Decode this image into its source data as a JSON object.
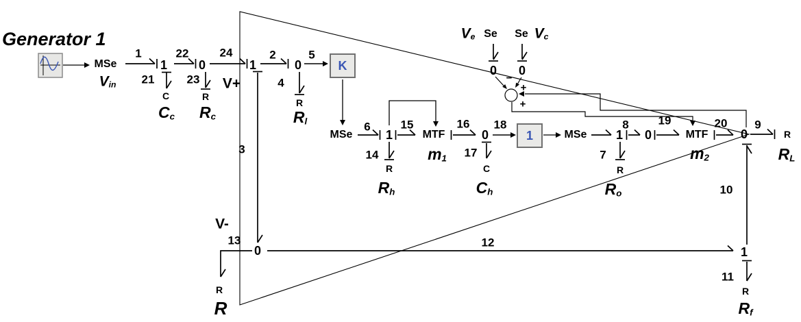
{
  "title": "Generator 1",
  "colors": {
    "accent_blue": "#3a56b4",
    "block_fill": "#e9e9e7",
    "block_border": "#707070",
    "line": "#000000",
    "background": "#ffffff"
  },
  "blocks": {
    "k_gain": "K",
    "unity_gain": "1"
  },
  "sources": {
    "generator_mse": "MSe",
    "hysteresis_mse": "MSe",
    "output_mse": "MSe",
    "se_left": "Se",
    "se_right": "Se"
  },
  "transformers": {
    "mtf1": "MTF",
    "mtf2": "MTF"
  },
  "junctions": {
    "one_vin": "1",
    "zero_cc": "0",
    "one_vplus": "1",
    "zero_ri": "0",
    "one_h": "1",
    "zero_ch": "0",
    "one_out": "1",
    "zero_out2": "0",
    "zero_load": "0",
    "zero_vminus": "0",
    "one_fb": "1",
    "zero_ve": "0",
    "zero_vc": "0"
  },
  "elements": {
    "c_comp": "C",
    "r_comp": "R",
    "r_input": "R",
    "r_hyst": "R",
    "c_hyst": "C",
    "r_out": "R",
    "r_load": "R",
    "r_fb": "R",
    "r_gnd": "R"
  },
  "parameters": {
    "vin": {
      "base": "V",
      "sub": "in"
    },
    "cc": {
      "base": "C",
      "sub": "c"
    },
    "rc": {
      "base": "R",
      "sub": "c"
    },
    "rl": {
      "base": "R",
      "sub": "l"
    },
    "rh": {
      "base": "R",
      "sub": "h"
    },
    "ch": {
      "base": "C",
      "sub": "h"
    },
    "ro": {
      "base": "R",
      "sub": "o"
    },
    "rload": {
      "base": "R",
      "sub": "L"
    },
    "rf": {
      "base": "R",
      "sub": "f"
    },
    "rgnd": {
      "base": "R",
      "sub": ""
    },
    "m1": {
      "base": "m",
      "sub": "1"
    },
    "m2": {
      "base": "m",
      "sub": "2"
    },
    "ve": {
      "base": "V",
      "sub": "e"
    },
    "vc": {
      "base": "V",
      "sub": "c"
    }
  },
  "node_labels": {
    "vplus": "V+",
    "vminus": "V-"
  },
  "summing": {
    "minus": "−",
    "plus_top": "+",
    "plus_bottom": "+"
  },
  "bond_numbers": {
    "n1": "1",
    "n2": "2",
    "n3": "3",
    "n4": "4",
    "n5": "5",
    "n6": "6",
    "n7": "7",
    "n8": "8",
    "n9": "9",
    "n10": "10",
    "n11": "11",
    "n12": "12",
    "n13": "13",
    "n14": "14",
    "n15": "15",
    "n16": "16",
    "n17": "17",
    "n18": "18",
    "n19": "19",
    "n20": "20",
    "n21": "21",
    "n22": "22",
    "n23": "23",
    "n24": "24"
  }
}
